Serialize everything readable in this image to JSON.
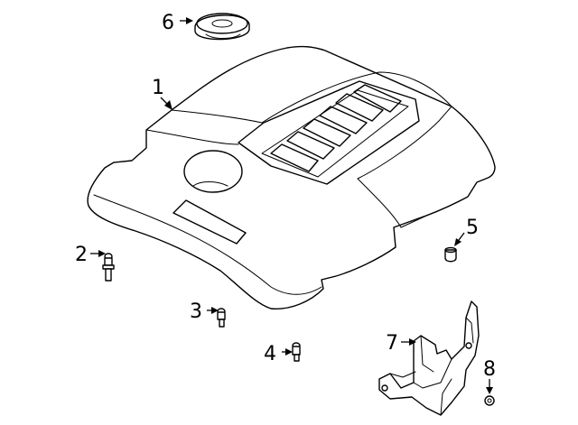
{
  "callouts": [
    {
      "number": "1",
      "part": "engine-cover"
    },
    {
      "number": "2",
      "part": "stud-with-grommet"
    },
    {
      "number": "3",
      "part": "stud"
    },
    {
      "number": "4",
      "part": "stud"
    },
    {
      "number": "5",
      "part": "grommet"
    },
    {
      "number": "6",
      "part": "cover-seal"
    },
    {
      "number": "7",
      "part": "mounting-bracket"
    },
    {
      "number": "8",
      "part": "nut"
    }
  ]
}
